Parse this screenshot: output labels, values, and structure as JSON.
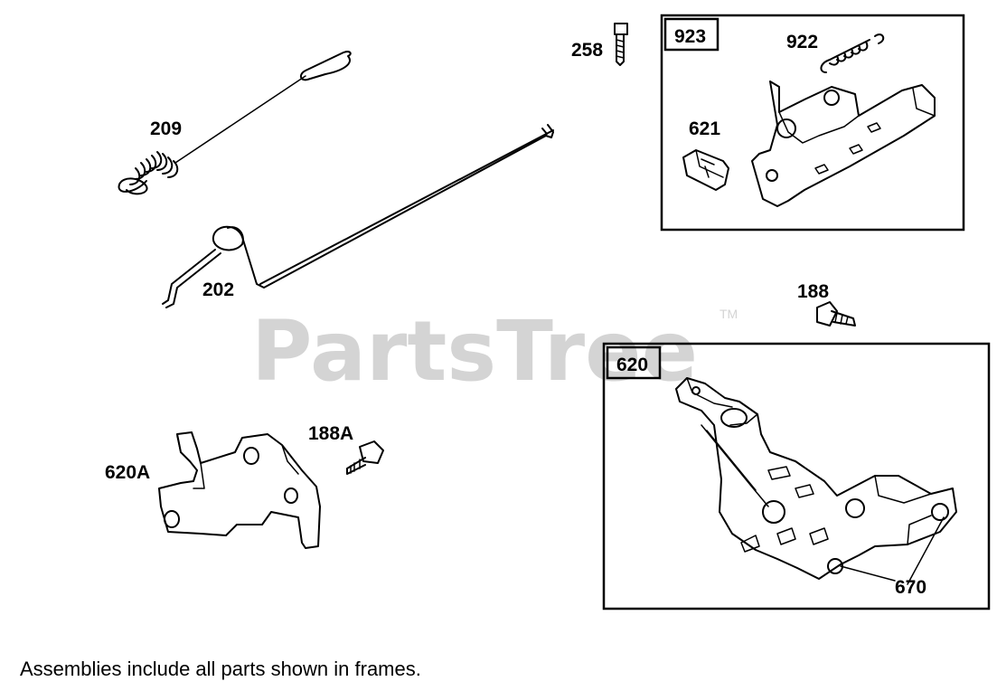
{
  "watermark": {
    "brand": "PartsTree",
    "trademark": "TM"
  },
  "parts": {
    "p209": "209",
    "p202": "202",
    "p258": "258",
    "p188": "188",
    "p188a": "188A",
    "p620a": "620A",
    "p922": "922",
    "p621": "621",
    "p670": "670"
  },
  "frames": {
    "f923": "923",
    "f620": "620"
  },
  "footnote": "Assemblies include all parts shown in frames."
}
